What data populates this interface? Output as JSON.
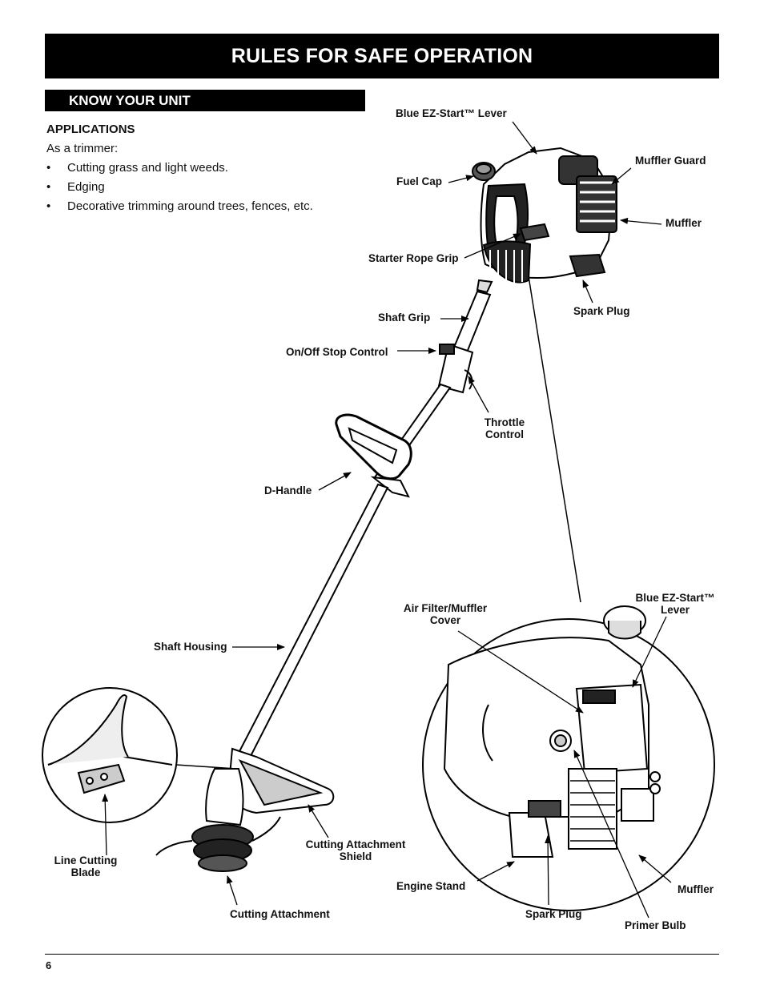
{
  "header": {
    "title": "RULES FOR SAFE OPERATION"
  },
  "section": {
    "title": "KNOW YOUR UNIT"
  },
  "applications": {
    "heading": "APPLICATIONS",
    "intro": "As a trimmer:",
    "bullets": [
      "Cutting grass and light weeds.",
      "Edging",
      "Decorative trimming around trees, fences, etc."
    ]
  },
  "labels": {
    "blue_ez_start_lever": "Blue EZ-Start™ Lever",
    "muffler_guard": "Muffler Guard",
    "fuel_cap": "Fuel Cap",
    "muffler": "Muffler",
    "starter_rope_grip": "Starter Rope Grip",
    "spark_plug": "Spark Plug",
    "shaft_grip": "Shaft Grip",
    "on_off_stop_control": "On/Off Stop Control",
    "throttle_control_1": "Throttle",
    "throttle_control_2": "Control",
    "d_handle": "D-Handle",
    "shaft_housing": "Shaft Housing",
    "air_filter_1": "Air Filter/Muffler",
    "air_filter_2": "Cover",
    "blue_ez_start_1": "Blue EZ-Start™",
    "blue_ez_start_2": "Lever",
    "line_cutting_blade_1": "Line Cutting",
    "line_cutting_blade_2": "Blade",
    "cutting_attachment_shield_1": "Cutting Attachment",
    "cutting_attachment_shield_2": "Shield",
    "engine_stand": "Engine Stand",
    "muffler_detail": "Muffler",
    "cutting_attachment": "Cutting Attachment",
    "spark_plug_detail": "Spark Plug",
    "primer_bulb": "Primer Bulb"
  },
  "footer": {
    "page_number": "6"
  }
}
